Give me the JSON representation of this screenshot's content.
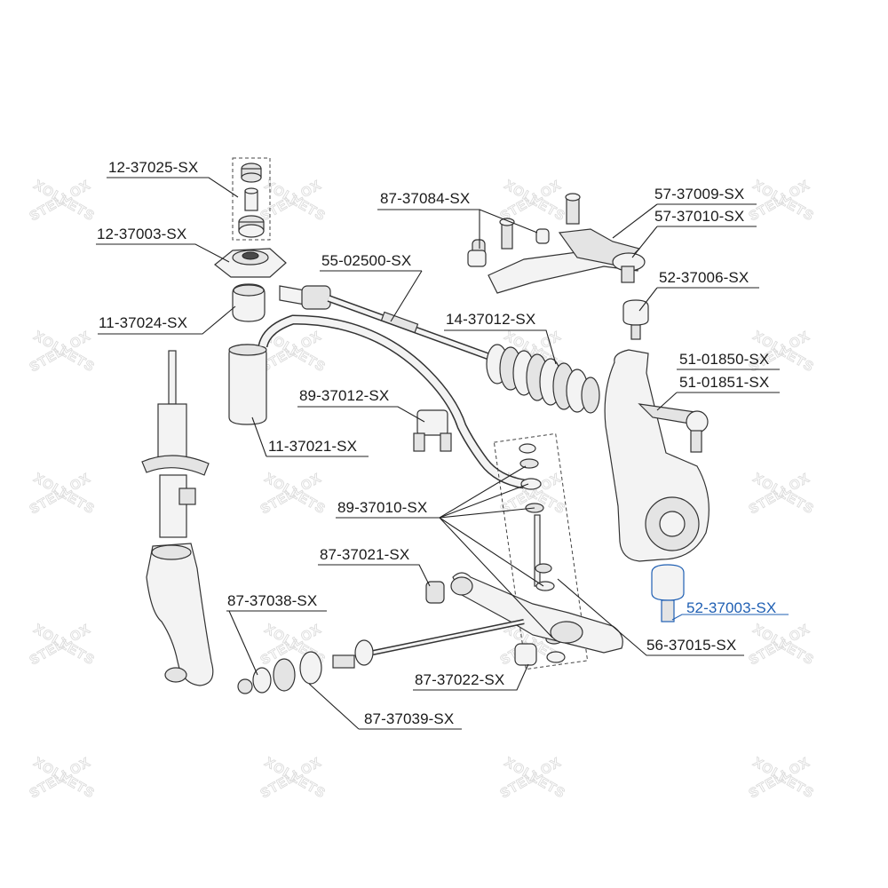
{
  "watermark": {
    "brand": "STELLOX"
  },
  "parts": [
    {
      "id": "p1",
      "number": "12-37025-SX"
    },
    {
      "id": "p2",
      "number": "12-37003-SX"
    },
    {
      "id": "p3",
      "number": "11-37024-SX"
    },
    {
      "id": "p4",
      "number": "11-37021-SX"
    },
    {
      "id": "p5",
      "number": "87-37084-SX"
    },
    {
      "id": "p6",
      "number": "57-37009-SX"
    },
    {
      "id": "p7",
      "number": "57-37010-SX"
    },
    {
      "id": "p8",
      "number": "55-02500-SX"
    },
    {
      "id": "p9",
      "number": "52-37006-SX"
    },
    {
      "id": "p10",
      "number": "14-37012-SX"
    },
    {
      "id": "p11",
      "number": "51-01850-SX"
    },
    {
      "id": "p12",
      "number": "51-01851-SX"
    },
    {
      "id": "p13",
      "number": "89-37012-SX"
    },
    {
      "id": "p14",
      "number": "89-37010-SX"
    },
    {
      "id": "p15",
      "number": "87-37021-SX"
    },
    {
      "id": "p16",
      "number": "87-37038-SX"
    },
    {
      "id": "p17",
      "number": "52-37003-SX",
      "highlighted": true
    },
    {
      "id": "p18",
      "number": "56-37015-SX"
    },
    {
      "id": "p19",
      "number": "87-37022-SX"
    },
    {
      "id": "p20",
      "number": "87-37039-SX"
    }
  ],
  "colors": {
    "label": "#1a1a1a",
    "highlight": "#1f5fb3",
    "watermark": "#dcdcdc",
    "line": "#222222"
  }
}
